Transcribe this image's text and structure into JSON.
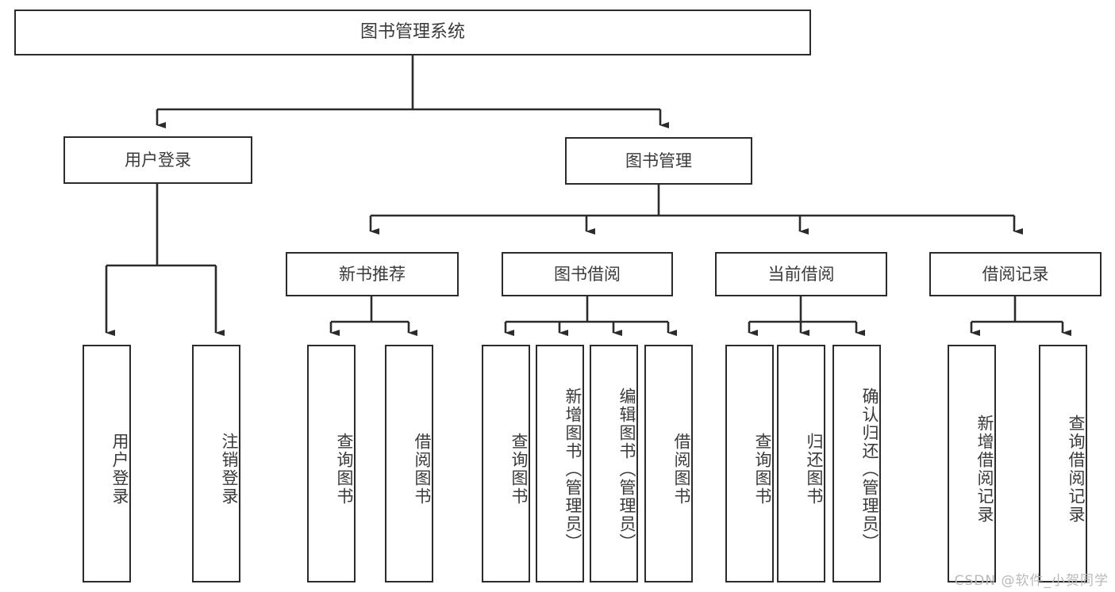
{
  "diagram": {
    "title": "图书管理系统",
    "type": "tree",
    "watermark": "CSDN @软件_小贺同学",
    "colors": {
      "box_border": "#2b2b2b",
      "box_fill": "#ffffff",
      "line": "#2b2b2b",
      "text": "#3a3a3a",
      "watermark": "#b9b9b9"
    },
    "nodes": {
      "root": {
        "label": "图书管理系统"
      },
      "level2": [
        {
          "id": "user_login",
          "label": "用户登录"
        },
        {
          "id": "book_manage",
          "label": "图书管理"
        }
      ],
      "level3": [
        {
          "id": "new_book_rec",
          "label": "新书推荐"
        },
        {
          "id": "book_borrow",
          "label": "图书借阅"
        },
        {
          "id": "current_borrow",
          "label": "当前借阅"
        },
        {
          "id": "borrow_record",
          "label": "借阅记录"
        }
      ],
      "leaves": {
        "user_login": [
          {
            "id": "leaf_user_login",
            "label": "用户登录"
          },
          {
            "id": "leaf_logout",
            "label": "注销登录"
          }
        ],
        "new_book_rec": [
          {
            "id": "leaf_query_book_1",
            "label": "查询图书"
          },
          {
            "id": "leaf_borrow_book_1",
            "label": "借阅图书"
          }
        ],
        "book_borrow": [
          {
            "id": "leaf_query_book_2",
            "label": "查询图书"
          },
          {
            "id": "leaf_add_book",
            "label": "新增图书（管理员）"
          },
          {
            "id": "leaf_edit_book",
            "label": "编辑图书（管理员）"
          },
          {
            "id": "leaf_borrow_book_2",
            "label": "借阅图书"
          }
        ],
        "current_borrow": [
          {
            "id": "leaf_query_book_3",
            "label": "查询图书"
          },
          {
            "id": "leaf_return_book",
            "label": "归还图书"
          },
          {
            "id": "leaf_confirm_return",
            "label": "确认归还（管理员）"
          }
        ],
        "borrow_record": [
          {
            "id": "leaf_add_record",
            "label": "新增借阅记录"
          },
          {
            "id": "leaf_query_record",
            "label": "查询借阅记录"
          }
        ]
      }
    }
  }
}
